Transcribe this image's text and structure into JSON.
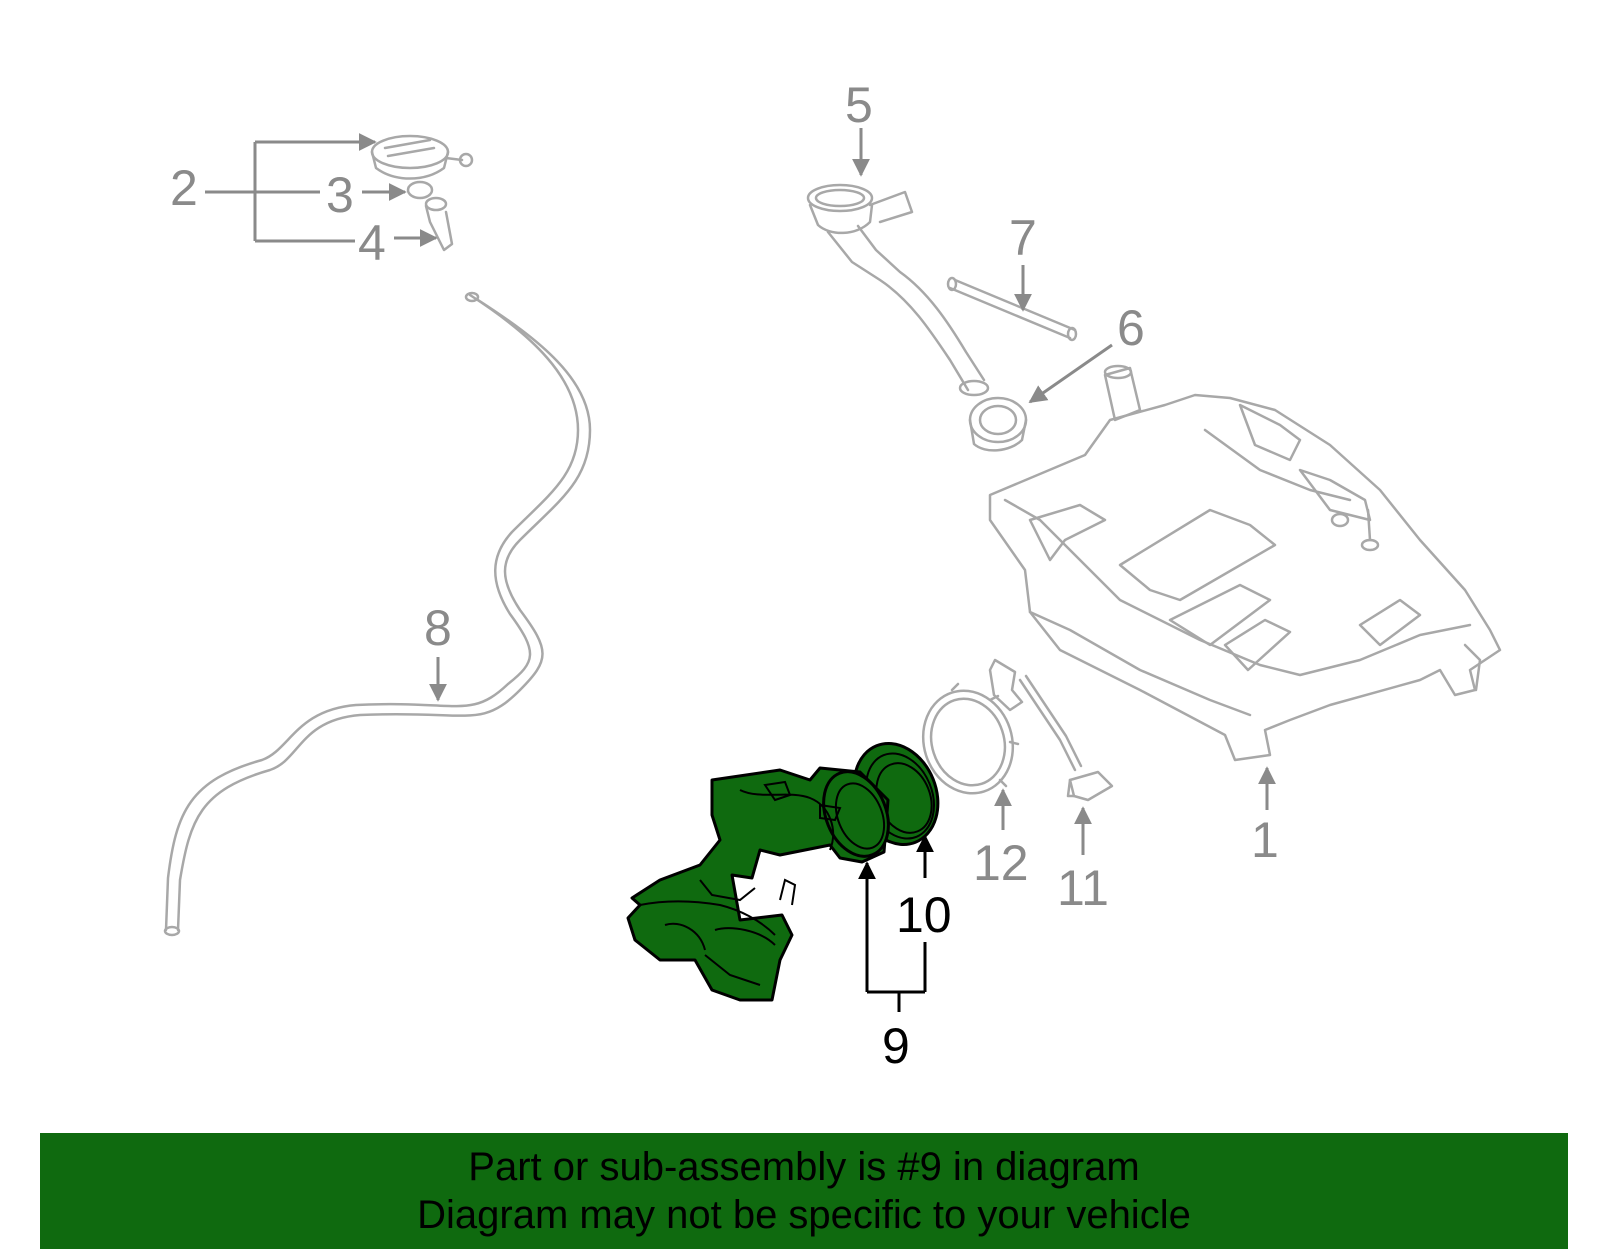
{
  "colors": {
    "banner_bg": "#0f6a0f",
    "highlight_fill": "#0f6a0f",
    "part_stroke": "#a8a8a8",
    "callout_gray": "#8a8a8a",
    "callout_highlight": "#000000"
  },
  "callouts": {
    "c1": "1",
    "c2": "2",
    "c3": "3",
    "c4": "4",
    "c5": "5",
    "c6": "6",
    "c7": "7",
    "c8": "8",
    "c9": "9",
    "c10": "10",
    "c11": "11",
    "c12": "12"
  },
  "highlighted_part": "9",
  "banner": {
    "line1": "Part or sub-assembly is #9 in diagram",
    "line2": "Diagram may not be specific to your vehicle"
  }
}
